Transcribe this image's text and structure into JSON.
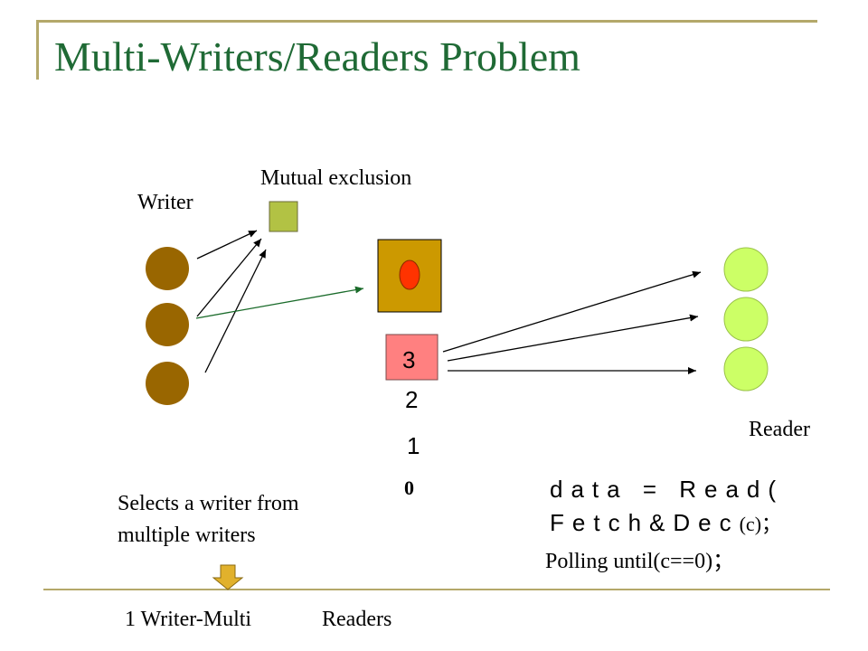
{
  "slide": {
    "title": "Multi-Writers/Readers Problem",
    "colors": {
      "title": "#1f6a35",
      "frame": "#b4a86a",
      "writer_circle": "#996600",
      "mutex_box": "#b2c244",
      "shared_square": "#cc9900",
      "shared_dot": "#ff3300",
      "counter_box": "#ff8080",
      "reader_circle": "#ccff66",
      "down_arrow": "#e1b12c",
      "green_arrow": "#1a6b2a"
    }
  },
  "labels": {
    "writer": "Writer",
    "mutual_exclusion": "Mutual exclusion",
    "reader": "Reader",
    "selects_writer": "Selects a writer from\nmultiple writers",
    "bottom_left": "1 Writer-Multi",
    "bottom_right": "Readers"
  },
  "counter": {
    "current": "3",
    "steps": [
      "2",
      "1",
      "0"
    ]
  },
  "code": {
    "line1": "data = Read(",
    "line2_func": "Fetch&Dec",
    "line2_arg": "(c)",
    "line2_end": "；",
    "line3": "Polling until(c==0)",
    "line3_end": "；"
  }
}
